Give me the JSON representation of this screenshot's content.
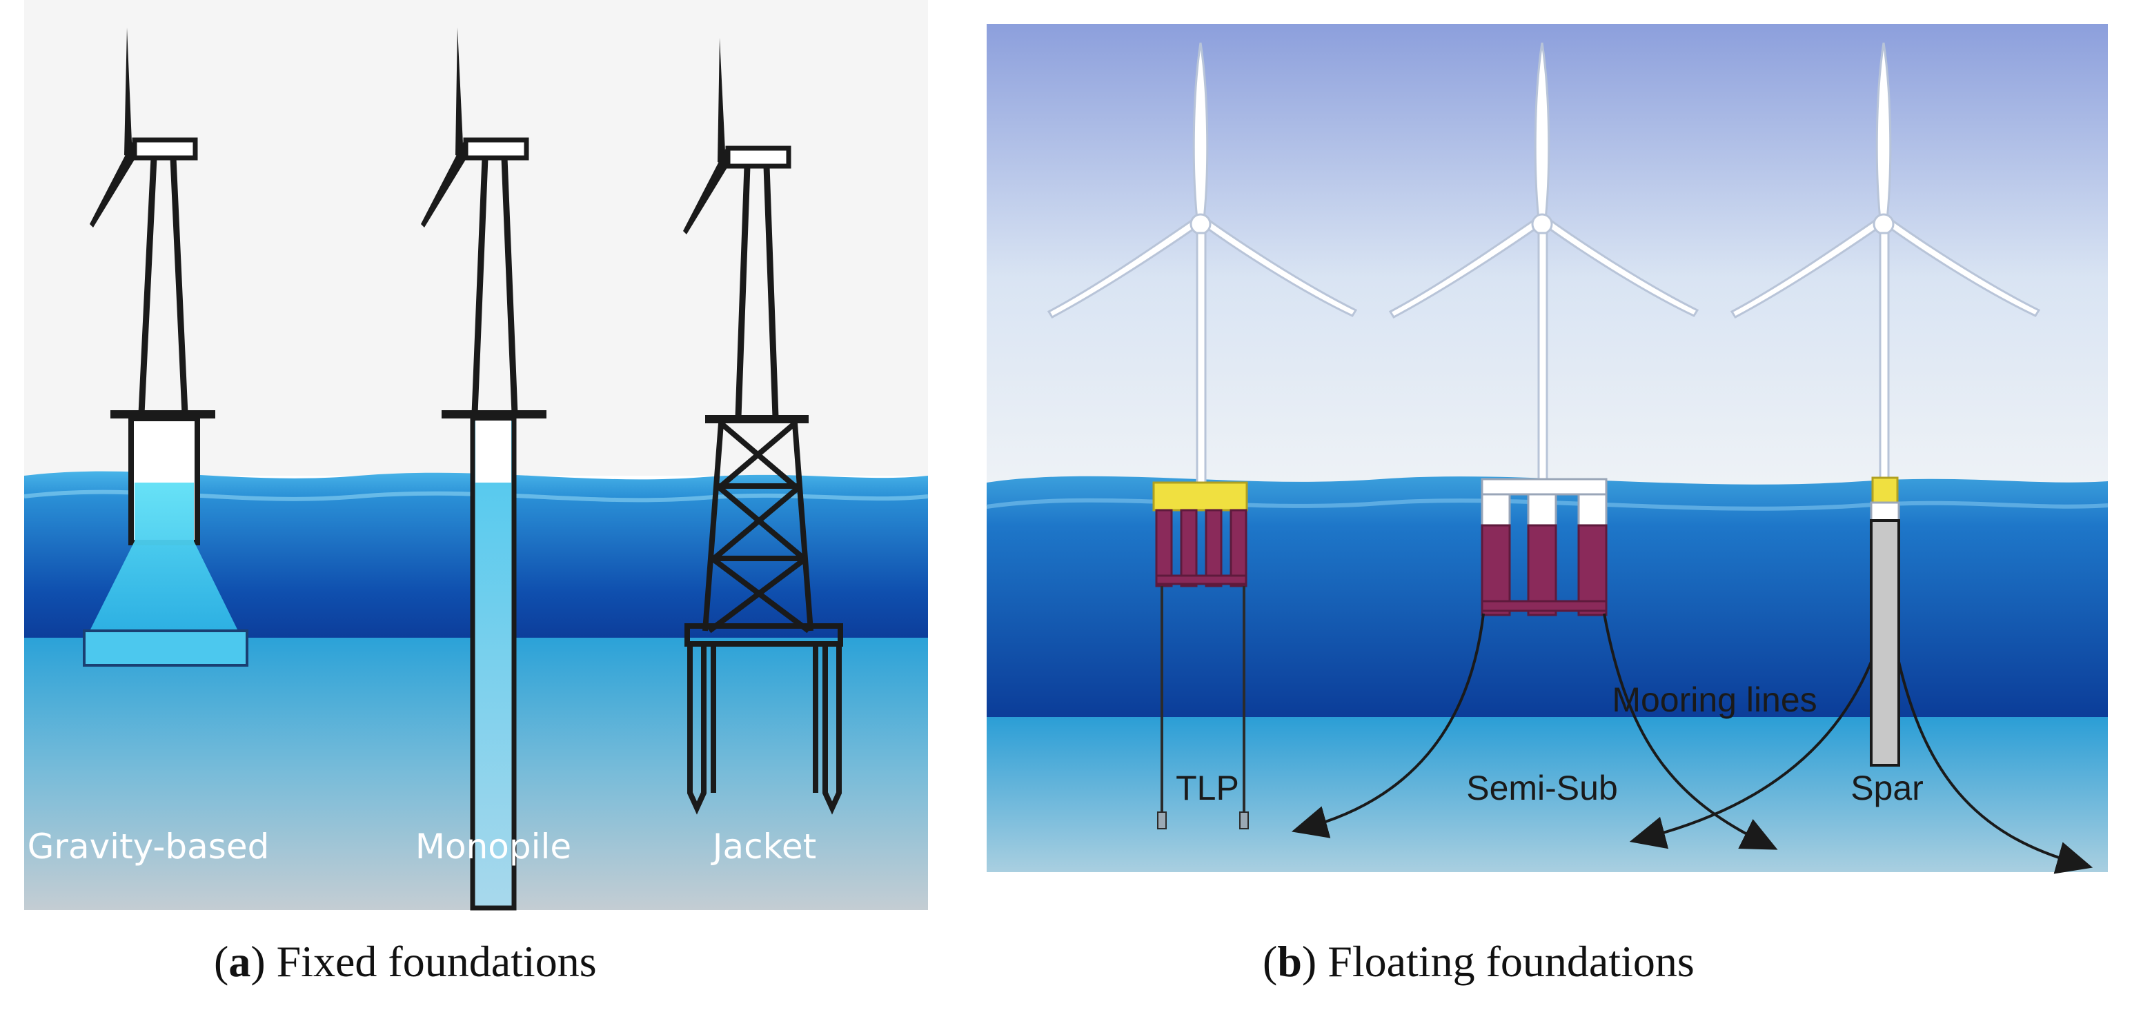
{
  "panel_a": {
    "labels": [
      "Gravity-based",
      "Monopile",
      "Jacket"
    ],
    "caption_letter": "a",
    "caption_text": " Fixed foundations"
  },
  "panel_b": {
    "labels": [
      "TLP",
      "Semi-Sub",
      "Spar"
    ],
    "mooring_label": "Mooring lines",
    "caption_letter": "b",
    "caption_text": " Floating foundations"
  },
  "colors": {
    "sky_a": "#f3f3f3",
    "sky_b_top": "#8fa3dc",
    "sky_b_bottom": "#e9eff6",
    "water_surface": "#3aa6e0",
    "water_deep": "#0e3f9e",
    "seabed": "#b8c9d4",
    "foundation_fill": "#3fd3ee",
    "buoyancy_yellow": "#f0e040",
    "pontoon_purple": "#8a2a5a",
    "spar_grey": "#c8c8c8"
  }
}
